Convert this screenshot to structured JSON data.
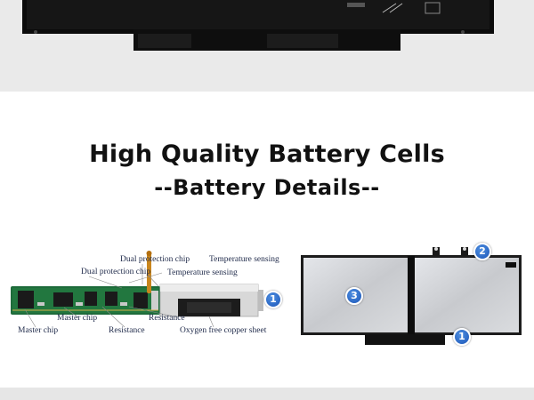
{
  "headline": {
    "line1": "High Quality Battery Cells",
    "line2": "--Battery Details--"
  },
  "labels": {
    "dual_protection_chip_a": "Dual protection chip",
    "temperature_sensing_a": "Temperature sensing",
    "dual_protection_chip_b": "Dual protection chip",
    "temperature_sensing_b": "Temperature sensing",
    "master_chip_a": "Master chip",
    "resistance_a": "Resistance",
    "master_chip_b": "Master chip",
    "resistance_b": "Resistance",
    "copper_sheet": "Oxygen free copper sheet"
  },
  "badges": {
    "pcb": "1",
    "cells_top": "2",
    "cells_mid": "3",
    "cells_bottom": "1"
  },
  "colors": {
    "badge_blue": "#1f5fc4",
    "pcb_green": "#1e6b3a",
    "headline": "#111111"
  }
}
